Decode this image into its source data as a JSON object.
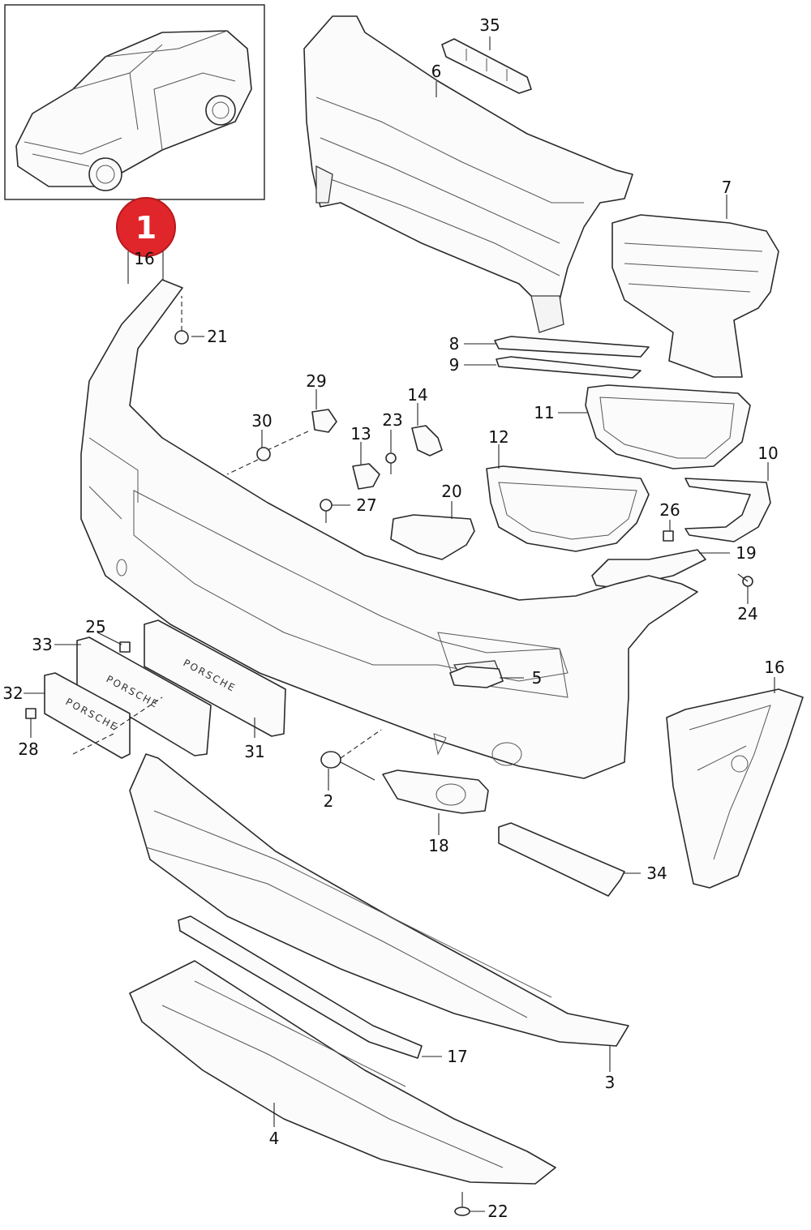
{
  "badge": {
    "label": "1",
    "color": "#e0262b"
  },
  "plate_brand": "PORSCHE",
  "callouts": {
    "c2": "2",
    "c3": "3",
    "c4": "4",
    "c5": "5",
    "c6": "6",
    "c7": "7",
    "c8": "8",
    "c9": "9",
    "c10": "10",
    "c11": "11",
    "c12": "12",
    "c13": "13",
    "c14": "14",
    "c16a": "16",
    "c16b": "16",
    "c17": "17",
    "c18": "18",
    "c19": "19",
    "c20": "20",
    "c21": "21",
    "c22": "22",
    "c23": "23",
    "c24": "24",
    "c25": "25",
    "c26": "26",
    "c27": "27",
    "c28": "28",
    "c29": "29",
    "c30": "30",
    "c31": "31",
    "c32": "32",
    "c33": "33",
    "c34": "34",
    "c35": "35"
  }
}
